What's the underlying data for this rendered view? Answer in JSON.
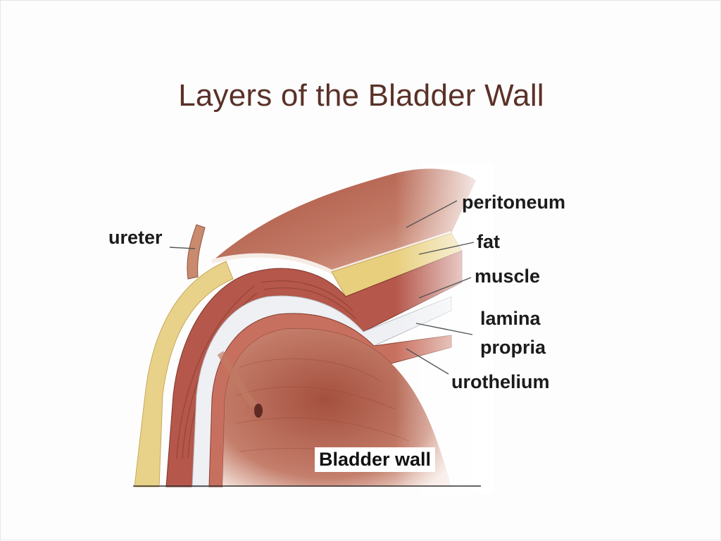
{
  "title": "Layers of the Bladder Wall",
  "labels": {
    "ureter": "ureter",
    "peritoneum": "peritoneum",
    "fat": "fat",
    "muscle": "muscle",
    "lamina_line1": "lamina",
    "lamina_line2": "propria",
    "urothelium": "urothelium",
    "bladder_wall": "Bladder wall"
  },
  "colors": {
    "title": "#5a3128",
    "muscle": "#b55a4c",
    "fat": "#e6cf86",
    "interior": "#9c4a3b",
    "lamina": "#c9ced6"
  }
}
